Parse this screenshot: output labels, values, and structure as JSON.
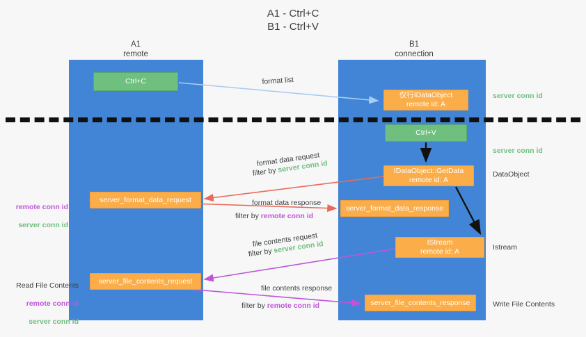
{
  "title": "A1 - Ctrl+C\nB1 - Ctrl+V",
  "columns": {
    "left": {
      "name": "A1",
      "role": "remote",
      "header": "A1\nremote"
    },
    "right": {
      "name": "B1",
      "role": "connection",
      "header": "B1\nconnection"
    }
  },
  "colors": {
    "lane": "#4285d6",
    "green_node": "#6fbf7f",
    "orange_node": "#fbad4a",
    "server_conn_text": "#6fbf7f",
    "remote_conn_text": "#c055d8",
    "arrow_blue": "#a9cdf0",
    "arrow_red": "#ea6a5a",
    "arrow_magenta": "#c055d8",
    "arrow_black": "#111111",
    "background": "#f7f7f7"
  },
  "nodes": {
    "ctrl_c": "Ctrl+C",
    "ctrl_v": "Ctrl+V",
    "idataobject": {
      "line1": "仅行IDataObject",
      "line2": "remote id: A"
    },
    "getdata": {
      "line1": "IDataObject::GetData",
      "line2": "remote id: A"
    },
    "istream": {
      "line1": "IStream",
      "line2": "remote id: A"
    },
    "server_format_data_request": "server_format_data_request",
    "server_format_data_response": "server_format_data_response",
    "server_file_contents_request": "server_file_contents_request",
    "server_file_contents_response": "server_file_contents_response"
  },
  "side_labels": {
    "server_conn_id_top": "server conn id",
    "server_conn_id_mid": "server conn id",
    "dataobject": "DataObject",
    "istream": "Istream",
    "write_file_contents": "Write File Contents",
    "left_conn_ids": "remote conn id\nserver conn id",
    "read_file_contents": "Read File Contents",
    "left_conn_ids_2": "remote conn id\nserver conn id"
  },
  "edges": {
    "format_list": "format list",
    "format_data_request": "format data request",
    "format_data_request_filter_prefix": "filter by ",
    "format_data_request_filter_value": "server conn id",
    "format_data_response": "format data response",
    "format_data_response_filter_prefix": "filter by ",
    "format_data_response_filter_value": "remote conn id",
    "file_contents_request": "file contents request",
    "file_contents_request_filter_prefix": "filter by ",
    "file_contents_request_filter_value": "server conn id",
    "file_contents_response": "file contents response",
    "file_contents_response_filter_prefix": "filter by ",
    "file_contents_response_filter_value": "remote conn id"
  }
}
